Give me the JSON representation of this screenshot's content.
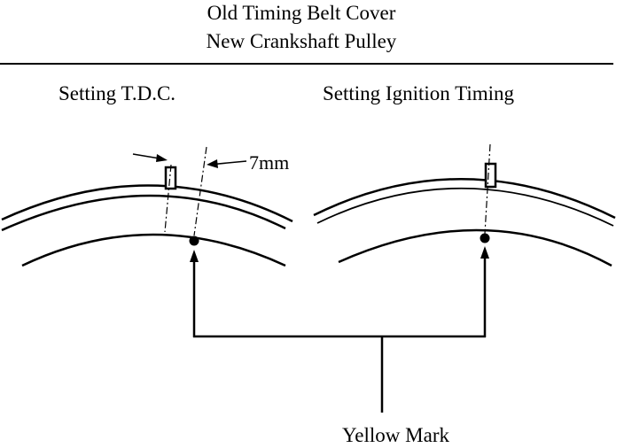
{
  "header": {
    "line1": "Old Timing Belt Cover",
    "line2": "New Crankshaft Pulley"
  },
  "panels": {
    "left_label": "Setting T.D.C.",
    "right_label": "Setting Ignition Timing"
  },
  "dimension": {
    "offset_label": "7mm"
  },
  "callout": {
    "label": "Yellow Mark"
  }
}
